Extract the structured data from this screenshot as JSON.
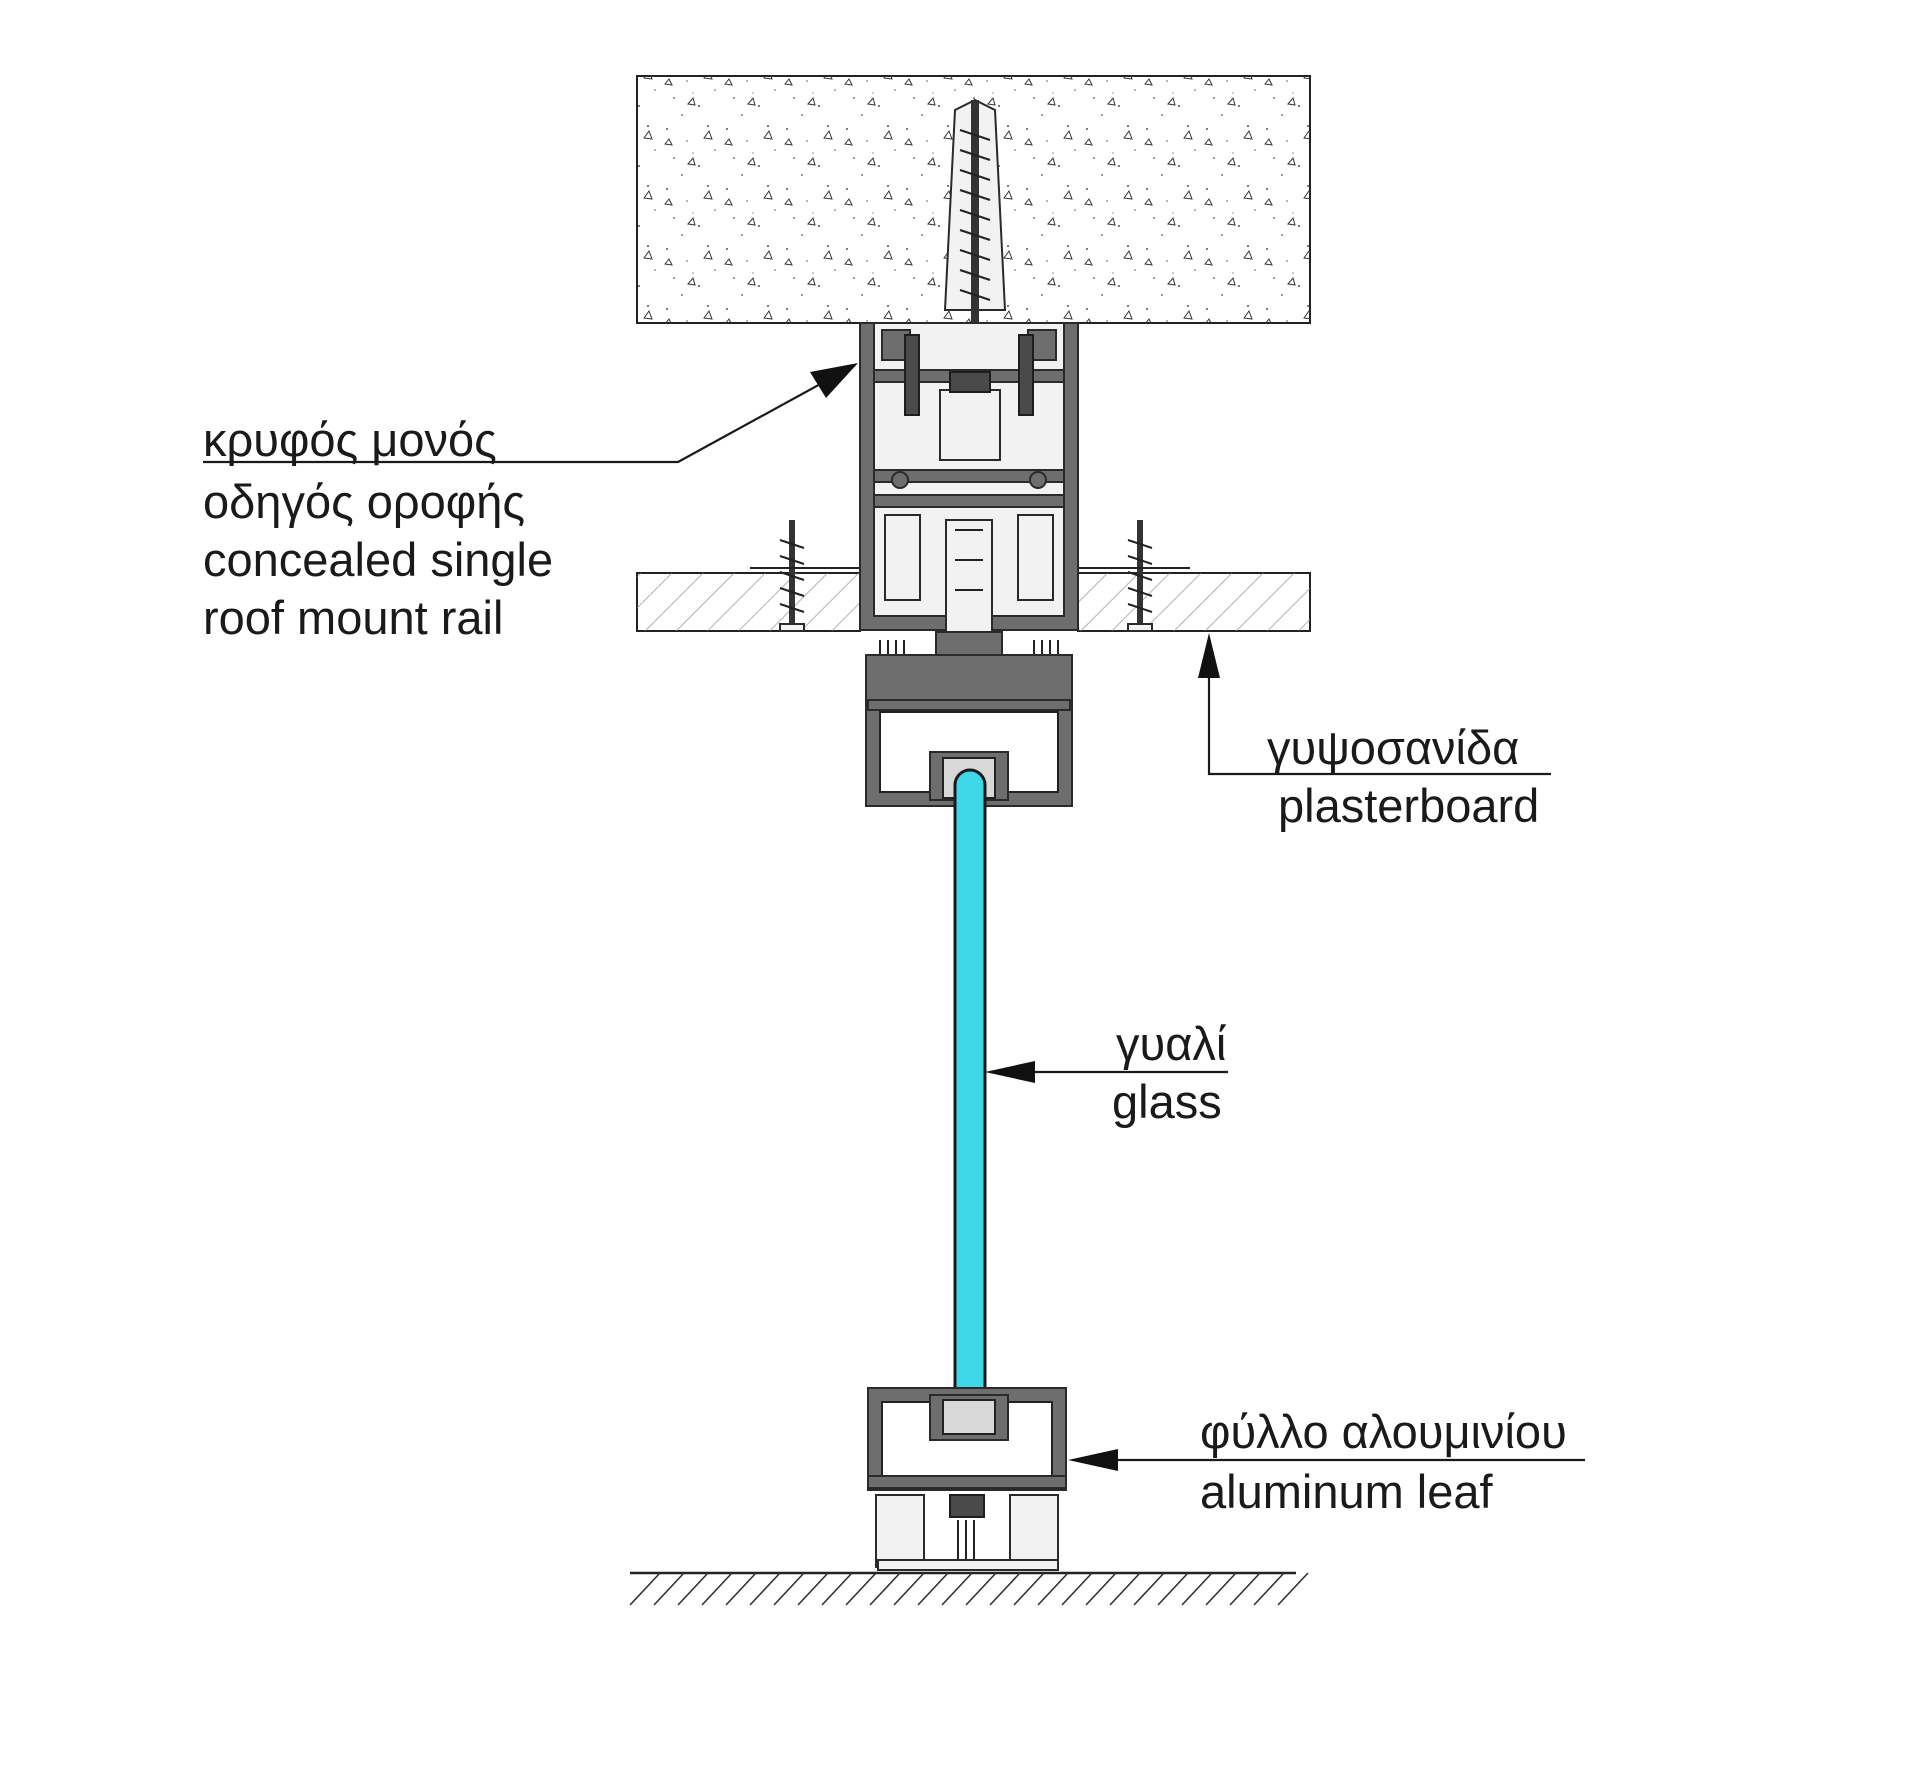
{
  "labels": {
    "rail_gr_1": "κρυφός μονός",
    "rail_gr_2": "οδηγός οροφής",
    "rail_en_1": "concealed single",
    "rail_en_2": "roof mount rail",
    "plaster_gr": "γυψοσανίδα",
    "plaster_en": "plasterboard",
    "glass_gr": "γυαλί",
    "glass_en": "glass",
    "leaf_gr": "φύλλο αλουμινίου",
    "leaf_en": "aluminum leaf"
  },
  "colors": {
    "glass": "#3fd8e8",
    "aluminum": "#6e6e6e",
    "line": "#1a1a1a"
  }
}
